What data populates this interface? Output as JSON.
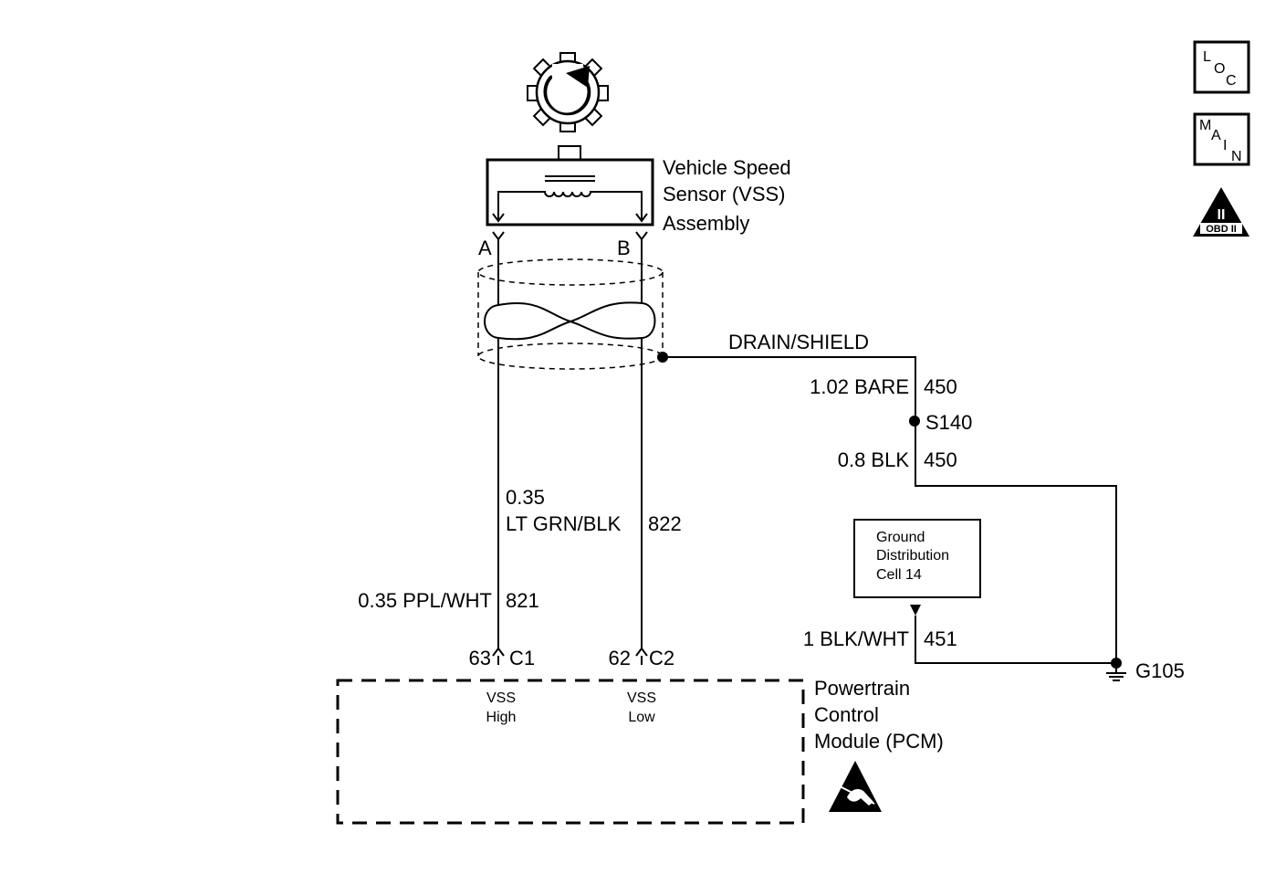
{
  "sensor": {
    "label_line1": "Vehicle Speed",
    "label_line2": "Sensor (VSS)",
    "label_line3": "Assembly",
    "pin_a": "A",
    "pin_b": "B"
  },
  "shield": {
    "drain_label": "DRAIN/SHIELD",
    "wire1_gauge_color": "1.02 BARE",
    "wire1_circuit": "450",
    "splice": "S140",
    "wire2_gauge_color": "0.8 BLK",
    "wire2_circuit": "450"
  },
  "signal_wires": {
    "low_gauge": "0.35",
    "low_color": "LT GRN/BLK",
    "low_circuit": "822",
    "high_gauge_color": "0.35 PPL/WHT",
    "high_circuit": "821"
  },
  "ground": {
    "box_line1": "Ground",
    "box_line2": "Distribution",
    "box_line3": "Cell 14",
    "wire_gauge_color": "1 BLK/WHT",
    "wire_circuit": "451",
    "ground_point": "G105"
  },
  "pcm": {
    "pin_high_num": "63",
    "pin_high_conn": "C1",
    "pin_low_num": "62",
    "pin_low_conn": "C2",
    "vss_high_line1": "VSS",
    "vss_high_line2": "High",
    "vss_low_line1": "VSS",
    "vss_low_line2": "Low",
    "label_line1": "Powertrain",
    "label_line2": "Control",
    "label_line3": "Module (PCM)"
  },
  "nav": {
    "loc_l": "L",
    "loc_o": "O",
    "loc_c": "C",
    "main_m": "M",
    "main_a": "A",
    "main_i": "I",
    "main_n": "N",
    "obd_numeral": "II",
    "obd_label": "OBD II"
  }
}
